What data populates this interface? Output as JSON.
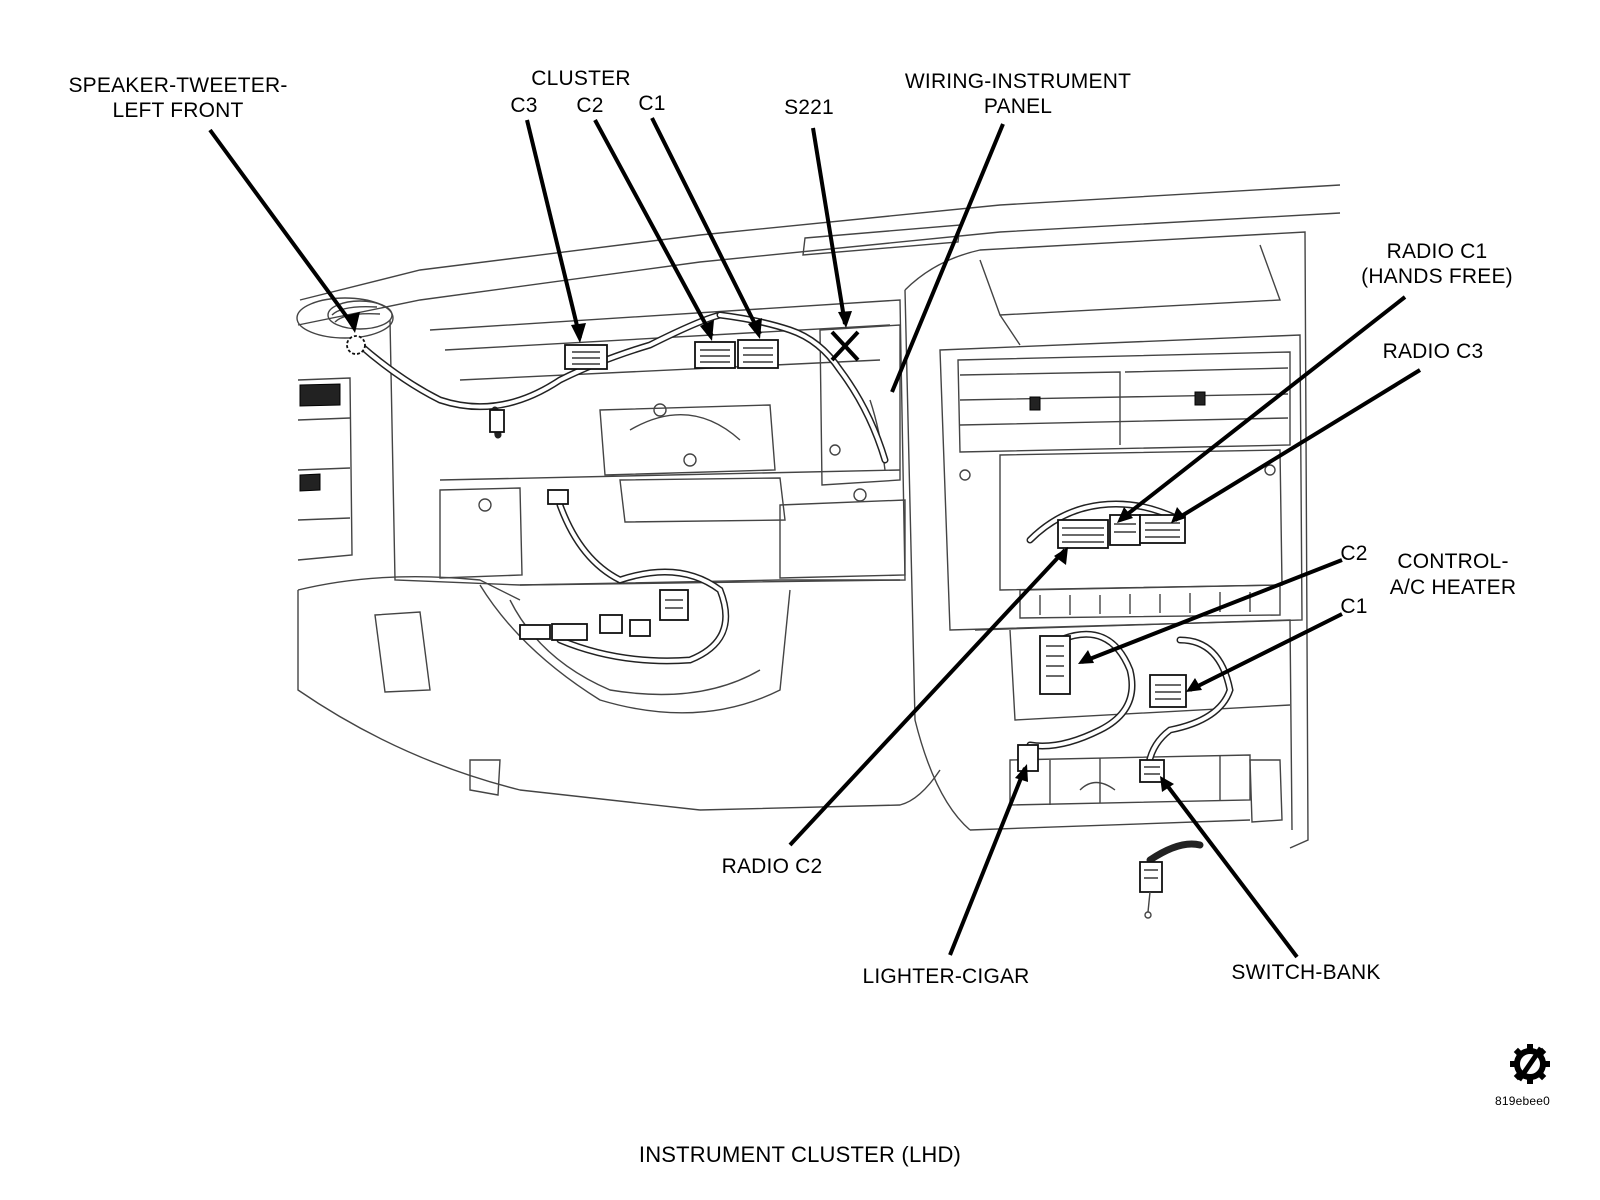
{
  "labels": {
    "speaker_tweeter_line1": "SPEAKER-TWEETER-",
    "speaker_tweeter_line2": "LEFT FRONT",
    "cluster": "CLUSTER",
    "cluster_c3": "C3",
    "cluster_c2": "C2",
    "cluster_c1": "C1",
    "s221": "S221",
    "wiring_line1": "WIRING-INSTRUMENT",
    "wiring_line2": "PANEL",
    "radio_c1_line1": "RADIO C1",
    "radio_c1_line2": "(HANDS FREE)",
    "radio_c3": "RADIO C3",
    "control_c2": "C2",
    "control_line1": "CONTROL-",
    "control_line2": "A/C HEATER",
    "control_c1": "C1",
    "radio_c2": "RADIO C2",
    "lighter_cigar": "LIGHTER-CIGAR",
    "switch_bank": "SWITCH-BANK",
    "caption": "INSTRUMENT CLUSTER (LHD)",
    "figure_id": "819ebee0"
  },
  "icons": {
    "logo": "gear-slash-icon"
  }
}
